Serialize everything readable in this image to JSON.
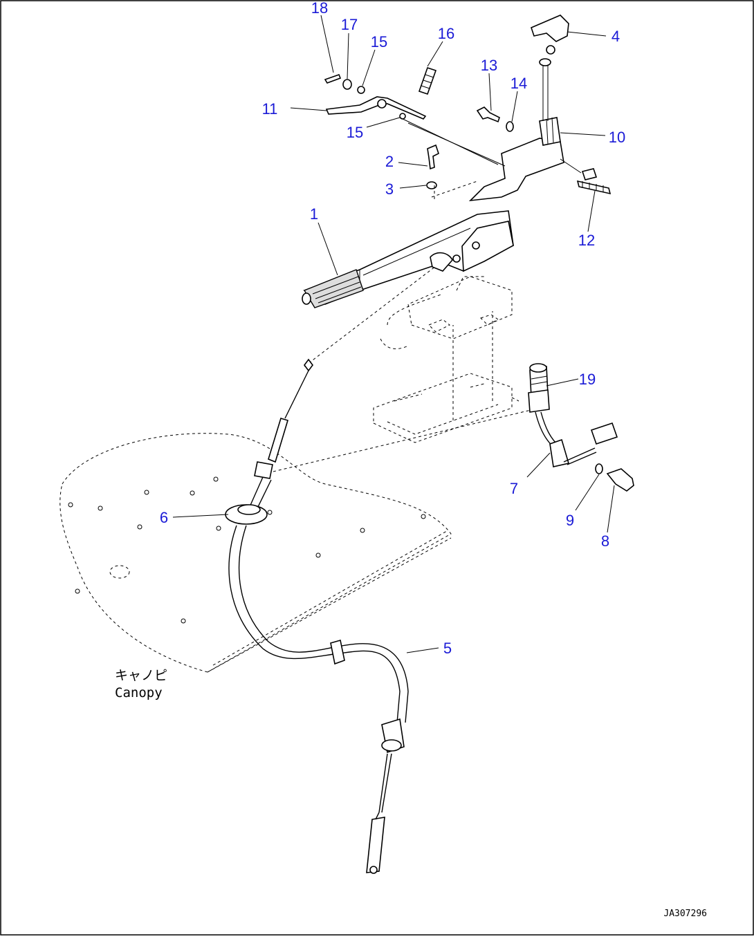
{
  "callouts": [
    {
      "label": "18"
    },
    {
      "label": "17"
    },
    {
      "label": "15"
    },
    {
      "label": "16"
    },
    {
      "label": "4"
    },
    {
      "label": "13"
    },
    {
      "label": "14"
    },
    {
      "label": "11"
    },
    {
      "label": "10"
    },
    {
      "label": "15"
    },
    {
      "label": "2"
    },
    {
      "label": "3"
    },
    {
      "label": "1"
    },
    {
      "label": "12"
    },
    {
      "label": "19"
    },
    {
      "label": "6"
    },
    {
      "label": "7"
    },
    {
      "label": "9"
    },
    {
      "label": "8"
    },
    {
      "label": "5"
    }
  ],
  "canopy_note": {
    "japanese": "キャノピ",
    "english": "Canopy"
  },
  "drawing_ref": "JA307296"
}
